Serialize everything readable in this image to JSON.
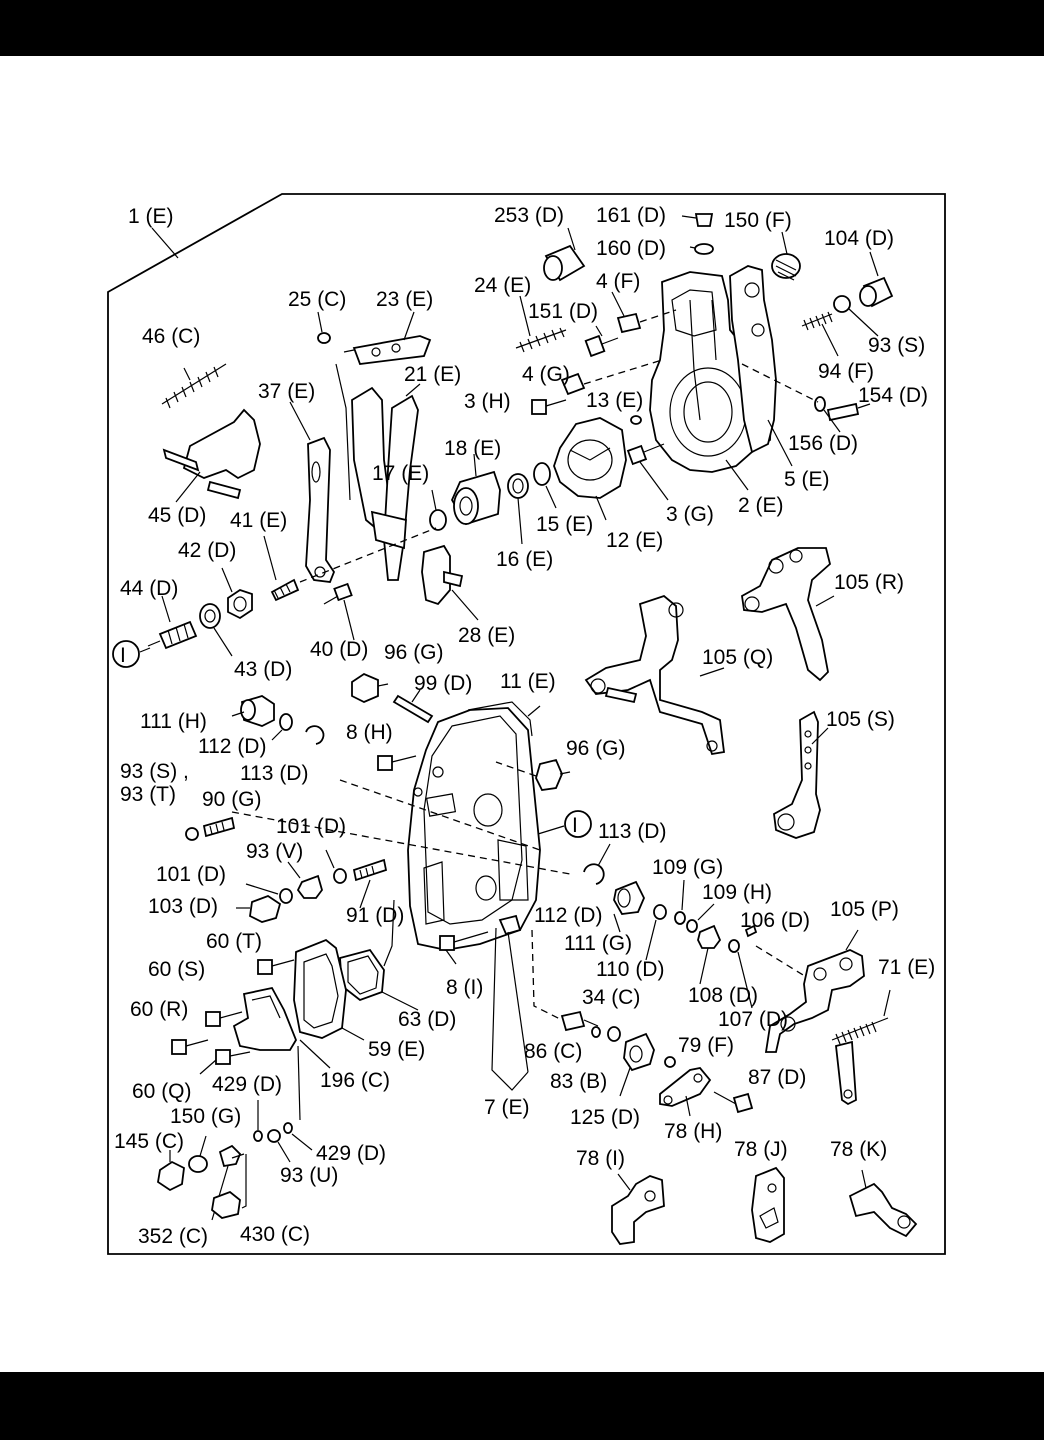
{
  "labels": {
    "l1E": "1 (E)",
    "l253D": "253 (D)",
    "l161D": "161 (D)",
    "l160D": "160 (D)",
    "l150F": "150 (F)",
    "l104D": "104 (D)",
    "l24E": "24 (E)",
    "l4F": "4 (F)",
    "l151D": "151 (D)",
    "l93S_a": "93 (S)",
    "l94F": "94 (F)",
    "l154D": "154 (D)",
    "l25C": "25 (C)",
    "l23E": "23 (E)",
    "l46C": "46 (C)",
    "l37E": "37 (E)",
    "l21E": "21 (E)",
    "l4G": "4 (G)",
    "l3H": "3 (H)",
    "l13E": "13 (E)",
    "l156D": "156 (D)",
    "l18E": "18 (E)",
    "l17E": "17 (E)",
    "l5E": "5 (E)",
    "l45D": "45 (D)",
    "l41E": "41 (E)",
    "l15E": "15 (E)",
    "l3G": "3 (G)",
    "l2E": "2 (E)",
    "l12E": "12 (E)",
    "l16E": "16 (E)",
    "l42D": "42 (D)",
    "l44D": "44 (D)",
    "l105R": "105 (R)",
    "l28E": "28 (E)",
    "l43D": "43 (D)",
    "l40D": "40 (D)",
    "l96G_a": "96 (G)",
    "l105Q": "105 (Q)",
    "l99D": "99 (D)",
    "l11E": "11 (E)",
    "l111H": "111 (H)",
    "l105S": "105 (S)",
    "l112D_a": "112 (D)",
    "l8H": "8 (H)",
    "l96G_b": "96 (G)",
    "l93S_b": "93 (S) ,",
    "l113D_a": "113 (D)",
    "l93T": "93 (T)",
    "l90G": "90 (G)",
    "l113D_b": "113 (D)",
    "l101D_a": "101 (D)",
    "l93V": "93 (V)",
    "l109G": "109 (G)",
    "l101D_b": "101 (D)",
    "l109H": "109 (H)",
    "l105P": "105 (P)",
    "l103D": "103 (D)",
    "l91D": "91 (D)",
    "l112D_b": "112 (D)",
    "l106D": "106 (D)",
    "l60T": "60 (T)",
    "l111G": "111 (G)",
    "l71E": "71 (E)",
    "l110D": "110 (D)",
    "l60S": "60 (S)",
    "l8I": "8 (I)",
    "l108D": "108 (D)",
    "l34C": "34 (C)",
    "l63D": "63 (D)",
    "l107D": "107 (D)",
    "l60R": "60 (R)",
    "l59E": "59 (E)",
    "l86C": "86 (C)",
    "l79F": "79 (F)",
    "l196C": "196 (C)",
    "l83B": "83 (B)",
    "l87D": "87 (D)",
    "l60Q": "60 (Q)",
    "l429D_a": "429 (D)",
    "l7E": "7 (E)",
    "l125D": "125 (D)",
    "l150G": "150 (G)",
    "l78H": "78 (H)",
    "l145C": "145 (C)",
    "l429D_b": "429 (D)",
    "l78I": "78 (I)",
    "l78J": "78 (J)",
    "l78K": "78 (K)",
    "l93U": "93 (U)",
    "l352C": "352 (C)",
    "l430C": "430 (C)"
  },
  "ref_marks": {
    "ref_left": "I",
    "ref_mid": "I"
  }
}
